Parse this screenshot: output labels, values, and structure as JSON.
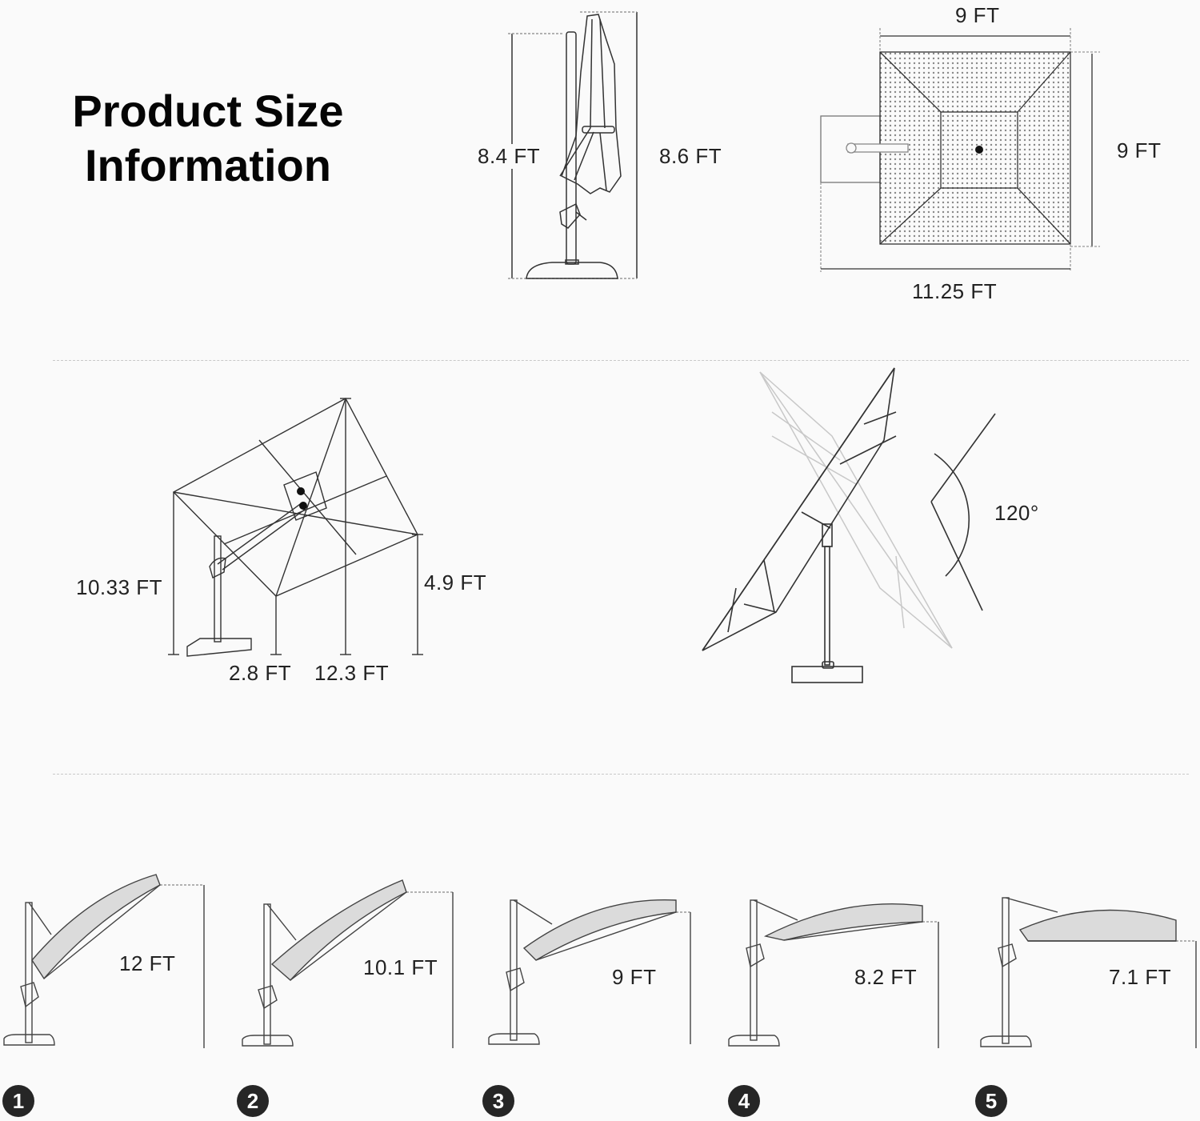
{
  "title": {
    "line1": "Product Size",
    "line2": "Information"
  },
  "section_closed": {
    "pole_height": "8.4 FT",
    "total_height": "8.6 FT"
  },
  "section_top_view": {
    "canopy_width": "9 FT",
    "canopy_depth": "9 FT",
    "total_length": "11.25 FT"
  },
  "section_open": {
    "max_height": "10.33 FT",
    "offset": "2.8 FT",
    "span": "12.3 FT",
    "low_edge_height": "4.9 FT"
  },
  "section_rotation": {
    "angle": "120°"
  },
  "tilt_positions": [
    {
      "number": "1",
      "height": "12 FT"
    },
    {
      "number": "2",
      "height": "10.1 FT"
    },
    {
      "number": "3",
      "height": "9 FT"
    },
    {
      "number": "4",
      "height": "8.2 FT"
    },
    {
      "number": "5",
      "height": "7.1 FT"
    }
  ],
  "colors": {
    "background": "#fafafa",
    "text": "#111111",
    "badge": "#262626",
    "divider": "#c8c8c8"
  }
}
